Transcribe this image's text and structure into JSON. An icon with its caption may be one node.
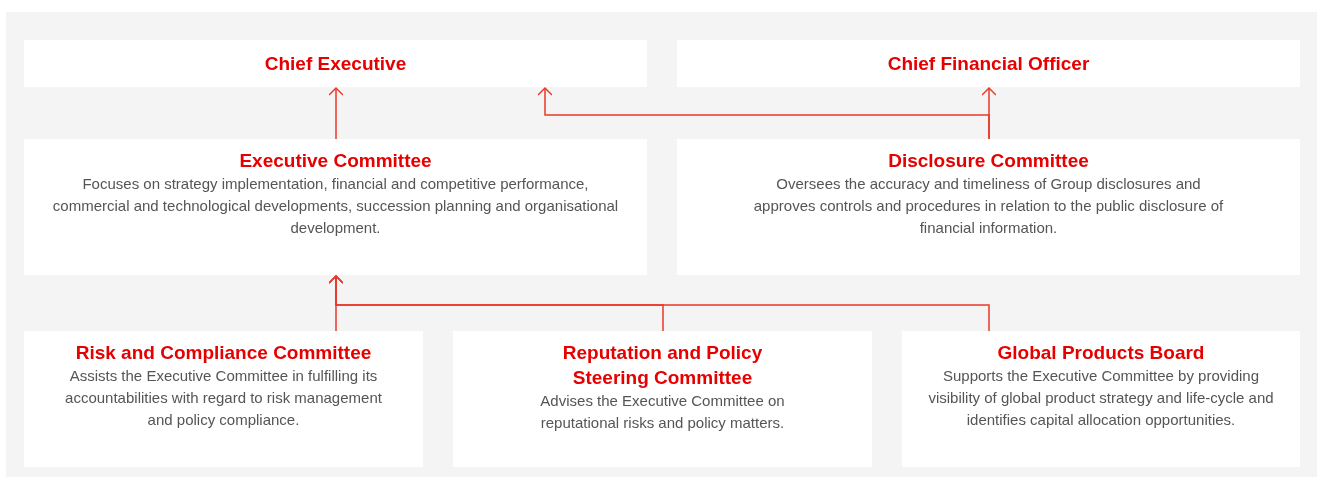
{
  "diagram": {
    "nodes": [
      {
        "text": [
          "Chief Executive"
        ]
      },
      {
        "text": [
          "Chief Financial Officer"
        ]
      },
      {
        "text": [
          "Executive Committee",
          "Focuses on strategy implementation, financial and competitive performance, commercial and technological developments, succession planning and organisational development."
        ]
      },
      {
        "text": [
          "Disclosure Committee",
          "Oversees the accuracy and timeliness of Group disclosures and approves controls and procedures in relation to the public disclosure of financial information."
        ]
      },
      {
        "text": [
          "Risk and Compliance Committee",
          "Assists the Executive Committee in fulfilling its accountabilities with regard to risk management and policy compliance."
        ]
      },
      {
        "text": [
          "Reputation and Policy Steering Committee",
          "Advises the Executive Committee on reputational risks and policy matters."
        ]
      },
      {
        "text": [
          "Global Products Board",
          "Supports the Executive Committee by providing visibility of global product strategy and life-cycle and identifies capital allocation opportunities."
        ]
      }
    ],
    "edges": [
      {
        "from": 2,
        "to": 0,
        "arrow": "to"
      },
      {
        "from": 3,
        "to": 1,
        "arrow": "to"
      },
      {
        "from": 3,
        "to": 0,
        "arrow": "to"
      },
      {
        "from": 4,
        "to": 2,
        "arrow": "to"
      },
      {
        "from": 5,
        "to": 2,
        "arrow": "to"
      },
      {
        "from": 6,
        "to": 2,
        "arrow": "to"
      }
    ]
  }
}
